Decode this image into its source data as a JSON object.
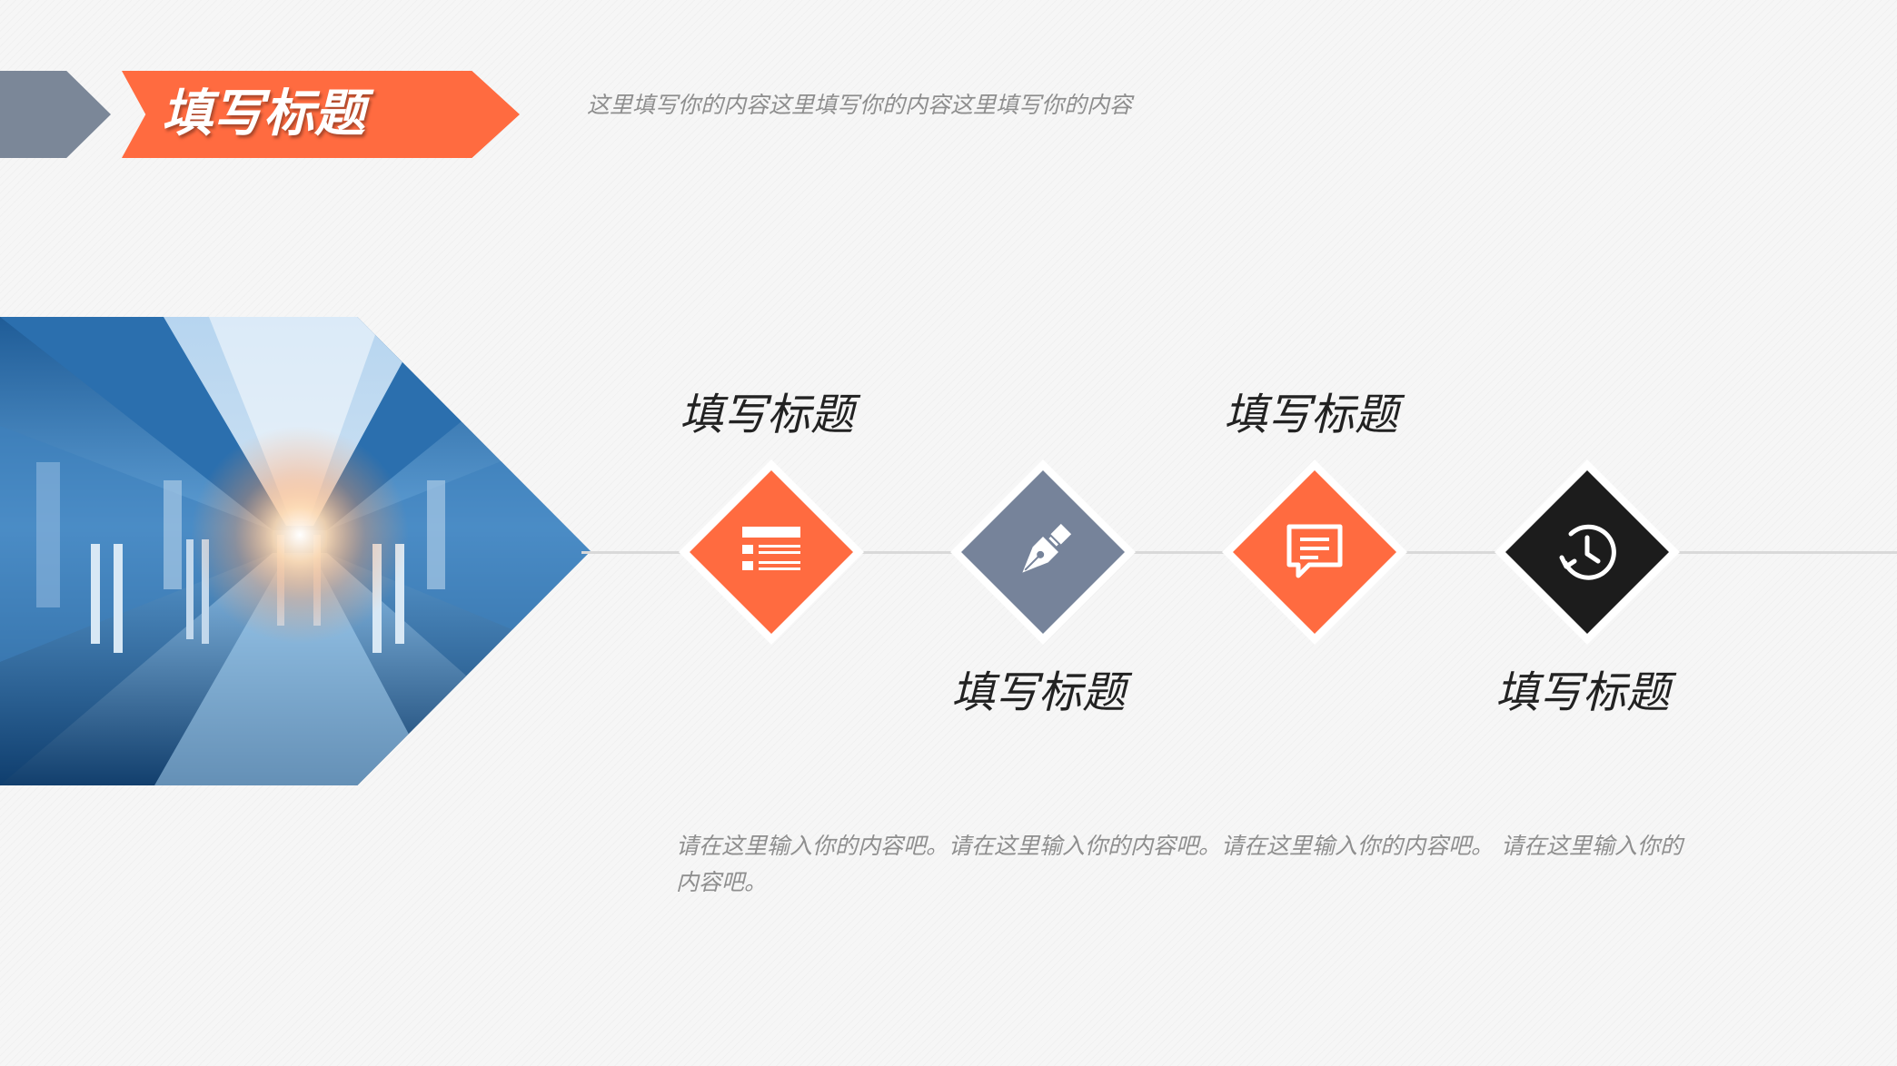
{
  "header": {
    "title": "填写标题",
    "subtitle": "这里填写你的内容这里填写你的内容这里填写你的内容"
  },
  "colors": {
    "orange": "#ff6b40",
    "slate": "#76839a",
    "black": "#1c1c1c",
    "header_gray": "#7b8798"
  },
  "steps": [
    {
      "title": "填写标题",
      "icon": "text-lines-icon",
      "color": "#ff6b40"
    },
    {
      "title": "填写标题",
      "icon": "pen-nib-icon",
      "color": "#76839a"
    },
    {
      "title": "填写标题",
      "icon": "chat-bubble-icon",
      "color": "#ff6b40"
    },
    {
      "title": "填写标题",
      "icon": "clock-refresh-icon",
      "color": "#1c1c1c"
    }
  ],
  "description": "请在这里输入你的内容吧。请在这里输入你的内容吧。请在这里输入你的内容吧。 请在这里输入你的内容吧。"
}
